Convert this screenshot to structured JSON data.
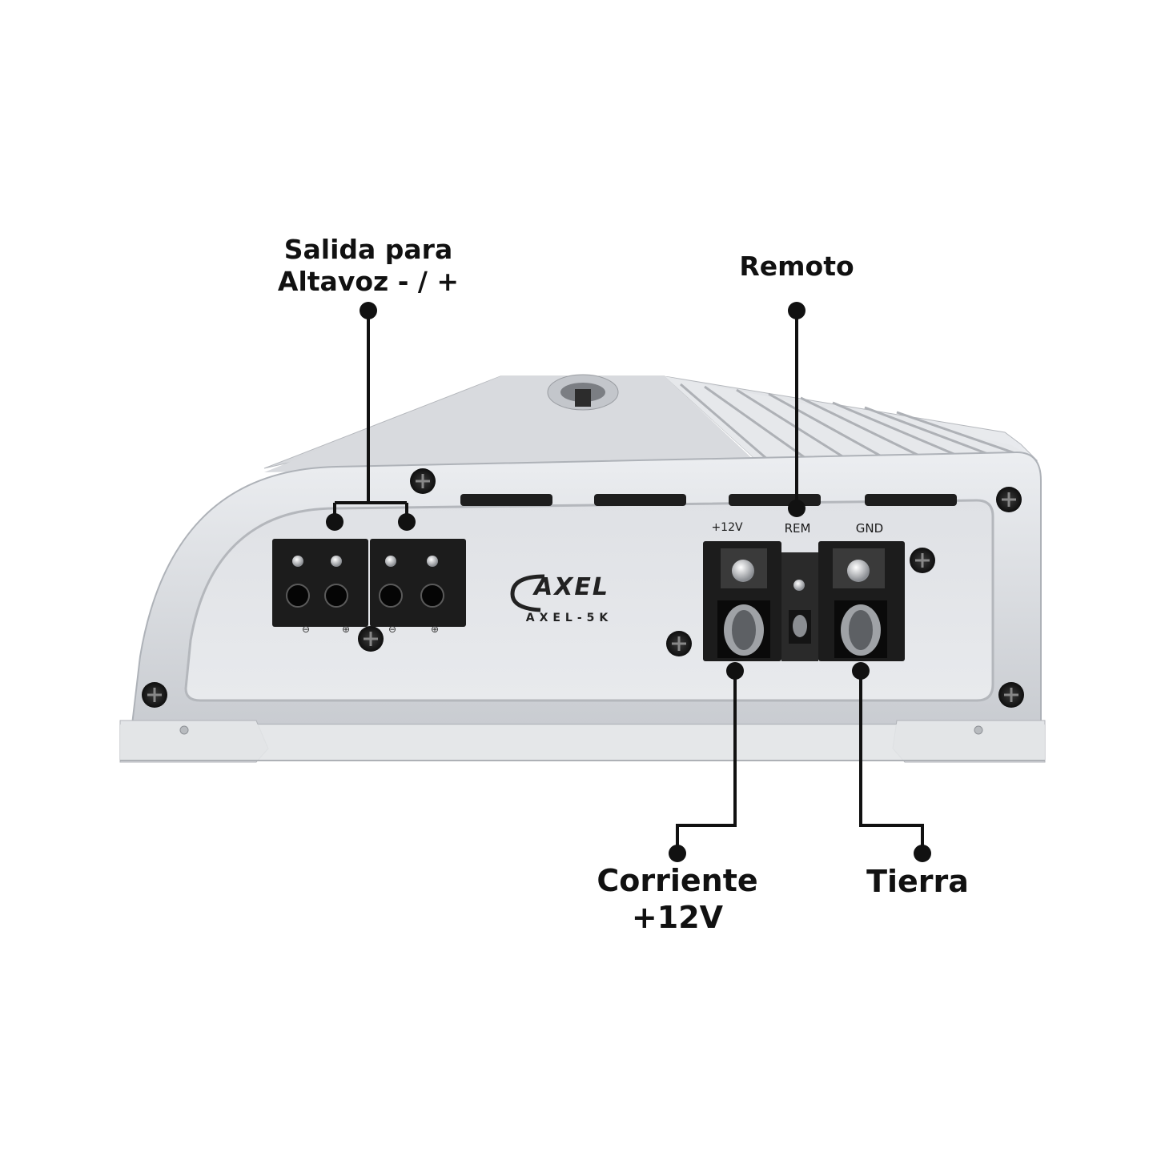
{
  "callouts": {
    "speaker_output_line1": "Salida para",
    "speaker_output_line2": "Altavoz - / +",
    "remote": "Remoto",
    "power_line1": "Corriente",
    "power_line2": "+12V",
    "ground": "Tierra"
  },
  "panel_labels": {
    "plus12v": "+12V",
    "rem": "REM",
    "gnd": "GND"
  },
  "device": {
    "brand": "AXEL",
    "model": "AXEL-5K"
  },
  "colors": {
    "body": "#d9dbdf",
    "terminal_block": "#1c1c1c",
    "callout_line": "#111111"
  }
}
